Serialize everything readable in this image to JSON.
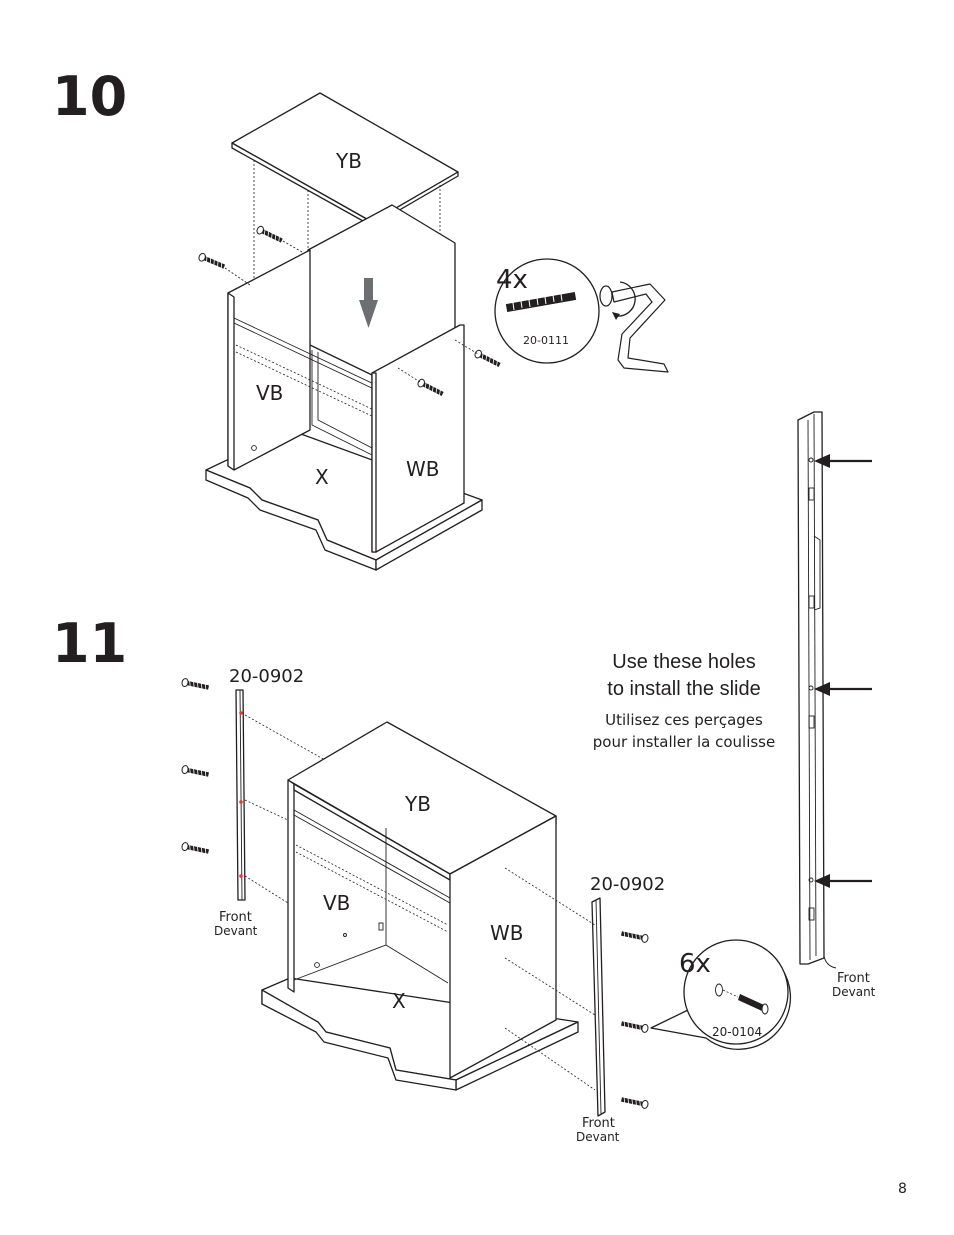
{
  "page_number": "8",
  "step10": {
    "number": "10",
    "labels": {
      "top": "YB",
      "left": "VB",
      "bottom": "X",
      "right": "WB"
    },
    "callout": {
      "quantity": "4x",
      "part": "20-0111"
    }
  },
  "step11": {
    "number": "11",
    "labels": {
      "top": "YB",
      "left": "VB",
      "bottom": "X",
      "right": "WB"
    },
    "left_rail": {
      "part": "20-0902",
      "front": "Front",
      "devant": "Devant"
    },
    "right_rail": {
      "part": "20-0902",
      "front": "Front",
      "devant": "Devant"
    },
    "callout": {
      "quantity": "6x",
      "part": "20-0104"
    },
    "note": {
      "line1": "Use these holes",
      "line2": "to install the slide",
      "fr_line1": "Utilisez ces perçages",
      "fr_line2": "pour installer la coulisse"
    },
    "slide_detail": {
      "front": "Front",
      "devant": "Devant"
    }
  }
}
